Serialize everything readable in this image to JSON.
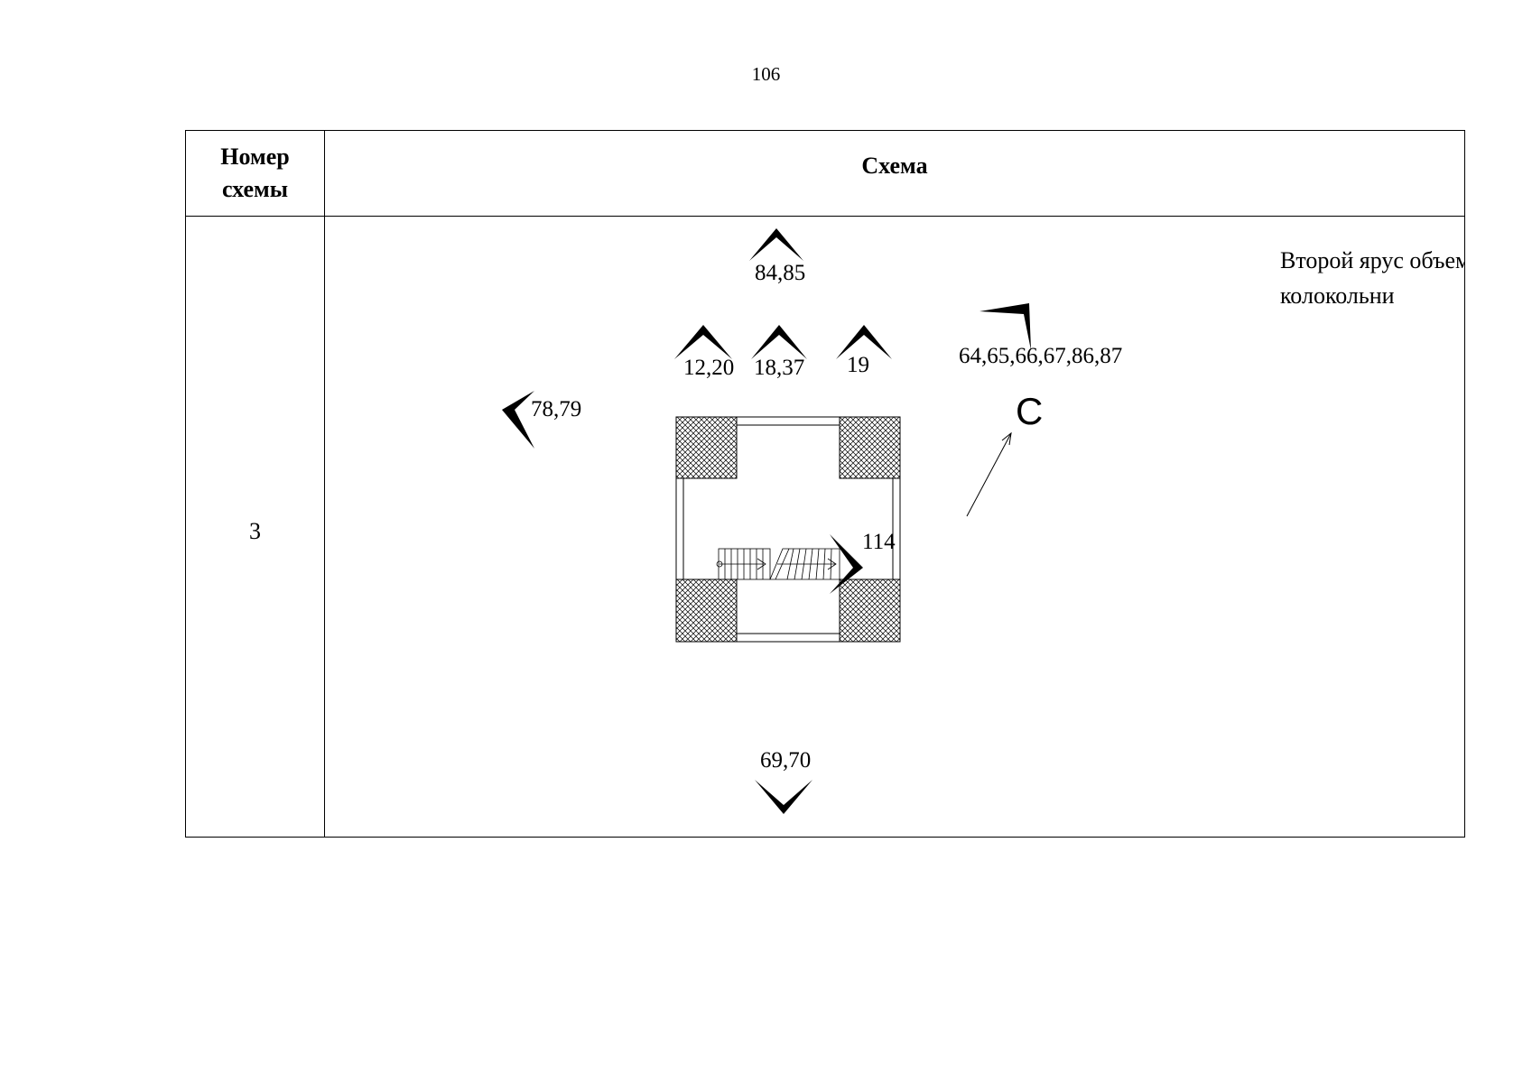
{
  "page_number": "106",
  "table": {
    "header": {
      "number_col_line1": "Номер",
      "number_col_line2": "схемы",
      "scheme_col": "Схема"
    },
    "row": {
      "scheme_number": "3",
      "caption_line1": "Второй ярус объема",
      "caption_line2": "колокольни",
      "north_label": "С",
      "view_labels": {
        "top": "84,85",
        "row_a": "12,20",
        "row_b": "18,37",
        "row_c": "19",
        "corner": "64,65,66,67,86,87",
        "left": "78,79",
        "inner": "114",
        "bottom": "69,70"
      }
    }
  }
}
